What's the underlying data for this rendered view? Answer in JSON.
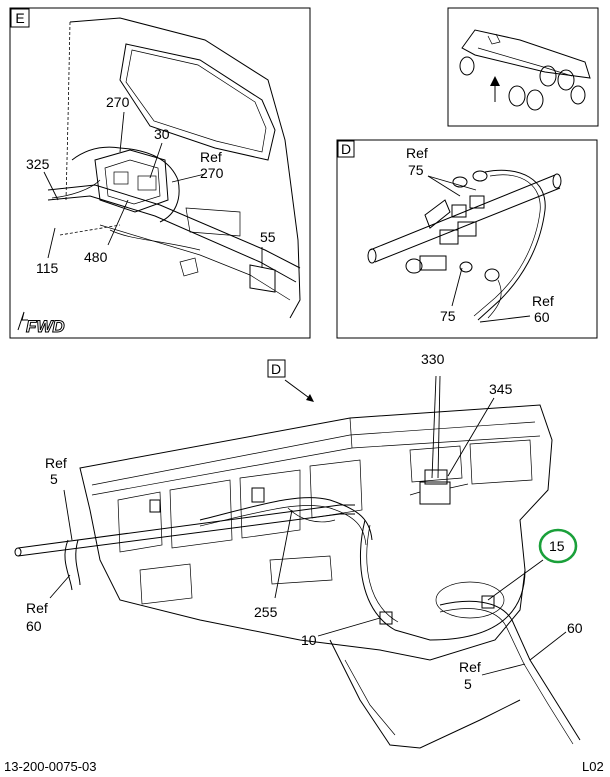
{
  "panels": {
    "e_letter": "E",
    "d_letter": "D",
    "main_letter": "D"
  },
  "fwd_label": "FWD",
  "callouts_e": {
    "c270": "270",
    "c30": "30",
    "ref270_ref": "Ref",
    "ref270_num": "270",
    "c325": "325",
    "c480": "480",
    "c55": "55",
    "c115": "115"
  },
  "callouts_d": {
    "ref75_ref": "Ref",
    "ref75_num": "75",
    "c75": "75",
    "ref60_ref": "Ref",
    "ref60_num": "60"
  },
  "callouts_main": {
    "c330": "330",
    "c345": "345",
    "ref5_ref": "Ref",
    "ref5_num": "5",
    "ref60_ref": "Ref",
    "ref60_num": "60",
    "c255": "255",
    "c15": "15",
    "c10": "10",
    "c60": "60",
    "ref5b_ref": "Ref",
    "ref5b_num": "5"
  },
  "footer": {
    "part_number": "13-200-0075-03",
    "code": "L02"
  },
  "colors": {
    "highlight_circle": "#1aa03a",
    "line": "#000000"
  }
}
